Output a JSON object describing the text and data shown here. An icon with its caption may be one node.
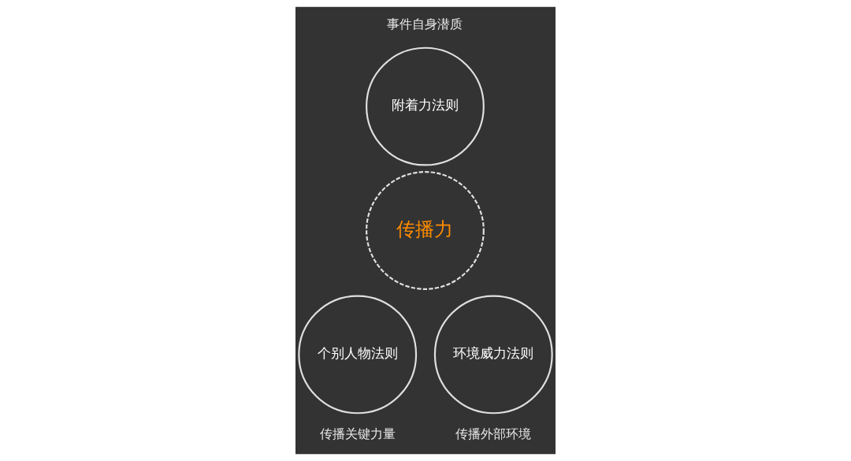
{
  "diagram": {
    "nodes": [
      {
        "text": [
          "附着力法则"
        ],
        "beside": [
          "事件自身潜质"
        ]
      },
      {
        "text": [
          "传播力"
        ]
      },
      {
        "text": [
          "个别人物法则"
        ],
        "beside": [
          "传播关键力量"
        ]
      },
      {
        "text": [
          "环境威力法则"
        ],
        "beside": [
          "传播外部环境"
        ]
      }
    ],
    "edges": []
  }
}
